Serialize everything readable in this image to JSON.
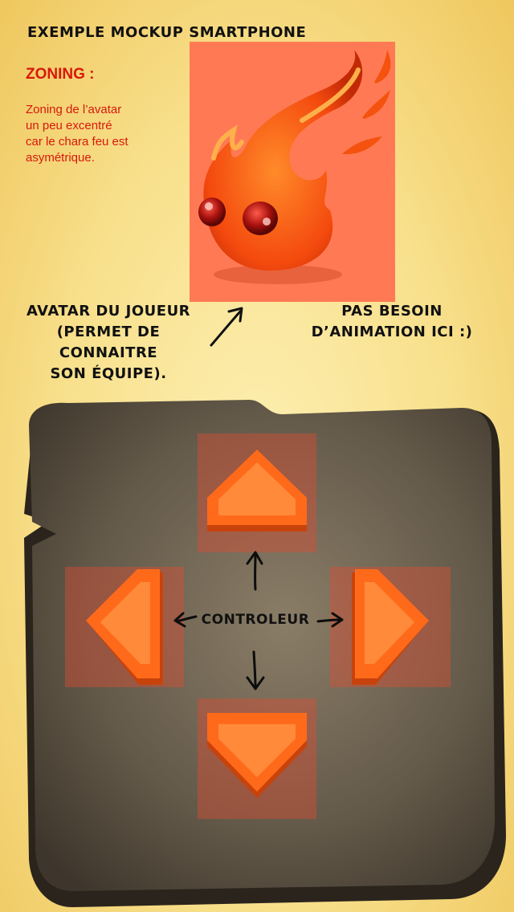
{
  "header": {
    "title": "EXEMPLE MOCKUP SMARTPHONE"
  },
  "zoning": {
    "heading": "ZONING :",
    "note_lines": [
      "Zoning de l’avatar",
      "un peu excentré",
      "car le chara feu est",
      "asymétrique."
    ]
  },
  "avatar": {
    "icon": "fire-spirit-avatar",
    "label_lines": [
      "AVATAR DU JOUEUR",
      "(PERMET DE CONNAITRE",
      "SON ÉQUIPE)."
    ],
    "animation_note_lines": [
      "PAS BESOIN",
      "D’ANIMATION ICI :)"
    ]
  },
  "controller": {
    "label": "CONTROLEUR",
    "buttons": [
      {
        "name": "up-arrow-icon",
        "direction": "up"
      },
      {
        "name": "left-arrow-icon",
        "direction": "left"
      },
      {
        "name": "right-arrow-icon",
        "direction": "right"
      },
      {
        "name": "down-arrow-icon",
        "direction": "down"
      }
    ]
  },
  "colors": {
    "background": "#f8e08c",
    "annotation_red": "#d8180b",
    "avatar_zone": "#ff7a54",
    "stone": "#5f5545",
    "button_orange": "#ff6a1a",
    "touch_zone": "#de4c32"
  }
}
